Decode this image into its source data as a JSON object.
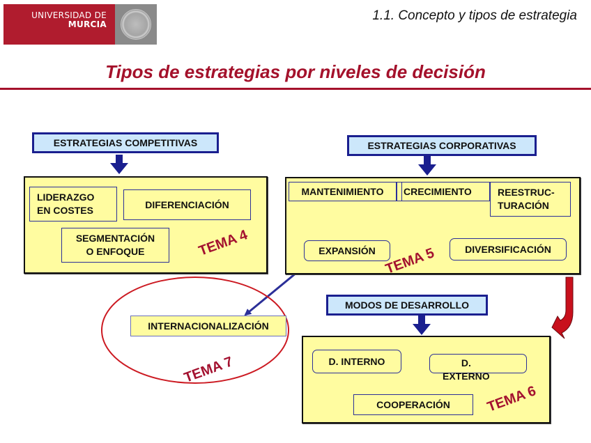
{
  "header": {
    "logo": {
      "line1": "UNIVERSIDAD DE",
      "line2": "MURCIA",
      "seal_icon": "university-seal-icon"
    },
    "section_title": "1.1. Concepto y tipos de estrategia"
  },
  "slide": {
    "title": "Tipos de estrategias por niveles de decisión",
    "colors": {
      "title_red": "#a4112b",
      "box_yellow": "#fffca0",
      "header_blue": "#cce7fb",
      "border_navy": "#1a1f8f",
      "ellipse_red": "#cc1a22"
    },
    "competitive": {
      "header": "ESTRATEGIAS COMPETITIVAS",
      "items": [
        "LIDERAZGO EN COSTES",
        "DIFERENCIACIÓN",
        "SEGMENTACIÓN O ENFOQUE"
      ],
      "items_lines": {
        "liderazgo": [
          "LIDERAZGO",
          "EN COSTES"
        ],
        "segmentacion": [
          "SEGMENTACIÓN",
          "O ENFOQUE"
        ]
      },
      "tema": "TEMA 4"
    },
    "corporate": {
      "header": "ESTRATEGIAS CORPORATIVAS",
      "items": [
        "MANTENIMIENTO",
        "CRECIMIENTO",
        "REESTRUCTURACIÓN"
      ],
      "reestructuracion_lines": [
        "REESTRUC-",
        "TURACIÓN"
      ],
      "growth_branches": [
        "EXPANSIÓN",
        "DIVERSIFICACIÓN"
      ],
      "tema": "TEMA 5"
    },
    "international": {
      "label": "INTERNACIONALIZACIÓN",
      "tema": "TEMA 7"
    },
    "development": {
      "header": "MODOS DE DESARROLLO",
      "items": [
        "D. INTERNO",
        "D. EXTERNO",
        "COOPERACIÓN"
      ],
      "externo_lines": [
        "D.",
        "EXTERNO"
      ],
      "tema": "TEMA 6"
    }
  }
}
